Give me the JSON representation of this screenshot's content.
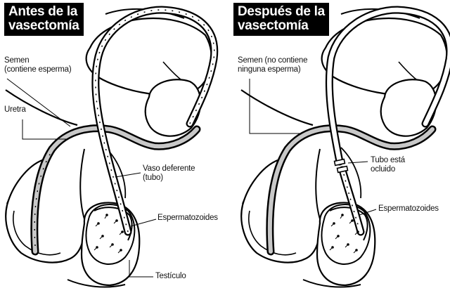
{
  "panels": {
    "before": {
      "title_line1": "Antes de la",
      "title_line2": "vasectomía",
      "semen_line1": "Semen",
      "semen_line2": "(contiene esperma)",
      "urethra": "Uretra",
      "vas_line1": "Vaso deferente",
      "vas_line2": "(tubo)",
      "sperm": "Espermatozoides",
      "testicle": "Testículo"
    },
    "after": {
      "title_line1": "Después de la",
      "title_line2": "vasectomía",
      "semen_line1": "Semen (no contiene",
      "semen_line2": "ninguna esperma)",
      "tube_line1": "Tubo está",
      "tube_line2": "ocluido",
      "sperm": "Espermatozoides"
    }
  },
  "colors": {
    "ink": "#000000",
    "tube_fill": "#c8c8c8",
    "title_bg": "#000000",
    "title_text": "#ffffff"
  }
}
